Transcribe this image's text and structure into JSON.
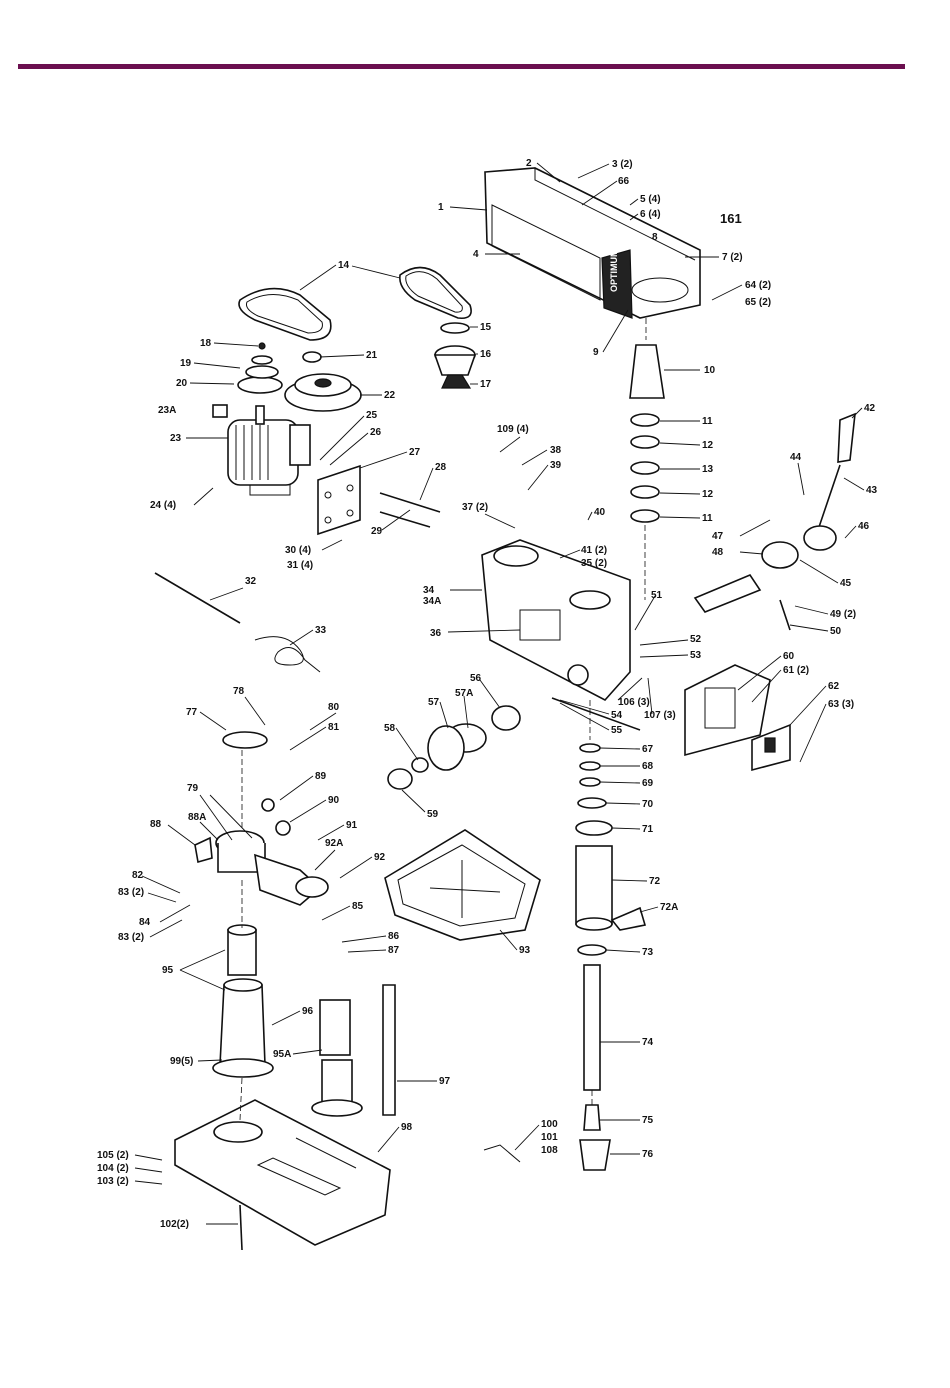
{
  "header": {
    "accent_color": "#6b0f4f"
  },
  "brand": {
    "name": "OPTIMUM"
  },
  "callouts": [
    "2",
    "3 (2)",
    "66",
    "1",
    "5 (4)",
    "6 (4)",
    "161",
    "8",
    "4",
    "7 (2)",
    "64 (2)",
    "65 (2)",
    "9",
    "10",
    "14",
    "15",
    "16",
    "17",
    "18",
    "19",
    "20",
    "21",
    "22",
    "23A",
    "23",
    "24 (4)",
    "25",
    "26",
    "27",
    "28",
    "29",
    "30 (4)",
    "31 (4)",
    "109 (4)",
    "38",
    "39",
    "37 (2)",
    "40",
    "41 (2)",
    "35 (2)",
    "34",
    "34A",
    "36",
    "11",
    "12",
    "13",
    "12",
    "11",
    "42",
    "43",
    "44",
    "46",
    "47",
    "48",
    "45",
    "49 (2)",
    "50",
    "51",
    "52",
    "53",
    "32",
    "33",
    "77",
    "78",
    "80",
    "81",
    "89",
    "79",
    "88A",
    "90",
    "88",
    "91",
    "92A",
    "92",
    "82",
    "83 (2)",
    "84",
    "83 (2)",
    "85",
    "86",
    "87",
    "93",
    "95",
    "96",
    "95A",
    "97",
    "99(5)",
    "98",
    "105 (2)",
    "104 (2)",
    "103 (2)",
    "102(2)",
    "100",
    "101",
    "108",
    "56",
    "57",
    "57A",
    "58",
    "59",
    "54",
    "55",
    "106 (3)",
    "107 (3)",
    "60",
    "61 (2)",
    "62",
    "63 (3)",
    "67",
    "68",
    "69",
    "70",
    "71",
    "72",
    "72A",
    "73",
    "74",
    "75",
    "76"
  ]
}
